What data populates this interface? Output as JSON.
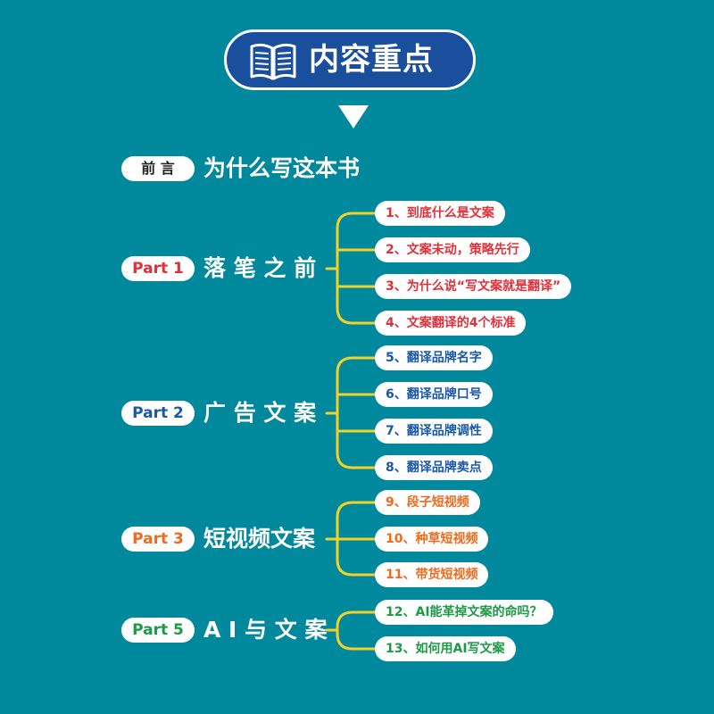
{
  "title": "内容重点",
  "colors": {
    "background": "#00889c",
    "title_badge": "#1a4f9e",
    "connector": "#f2d22a",
    "part1": "#e0303a",
    "part2": "#1a59a8",
    "part3": "#ee6a1c",
    "part5": "#1d9a48",
    "preface": "#222222"
  },
  "preface": {
    "label": "前 言",
    "heading": "为什么写这本书"
  },
  "sections": [
    {
      "label": "Part 1",
      "heading": "落 笔 之 前",
      "items": [
        "1、到底什么是文案",
        "2、文案未动，策略先行",
        "3、为什么说“写文案就是翻译”",
        "4、文案翻译的4个标准"
      ]
    },
    {
      "label": "Part 2",
      "heading": "广 告 文 案",
      "items": [
        "5、翻译品牌名字",
        "6、翻译品牌口号",
        "7、翻译品牌调性",
        "8、翻译品牌卖点"
      ]
    },
    {
      "label": "Part 3",
      "heading": "短视频文案",
      "items": [
        "9、段子短视频",
        "10、种草短视频",
        "11、带货短视频"
      ]
    },
    {
      "label": "Part 5",
      "heading": "A I 与 文 案",
      "items": [
        "12、AI能革掉文案的命吗？",
        "13、如何用AI写文案"
      ]
    }
  ]
}
